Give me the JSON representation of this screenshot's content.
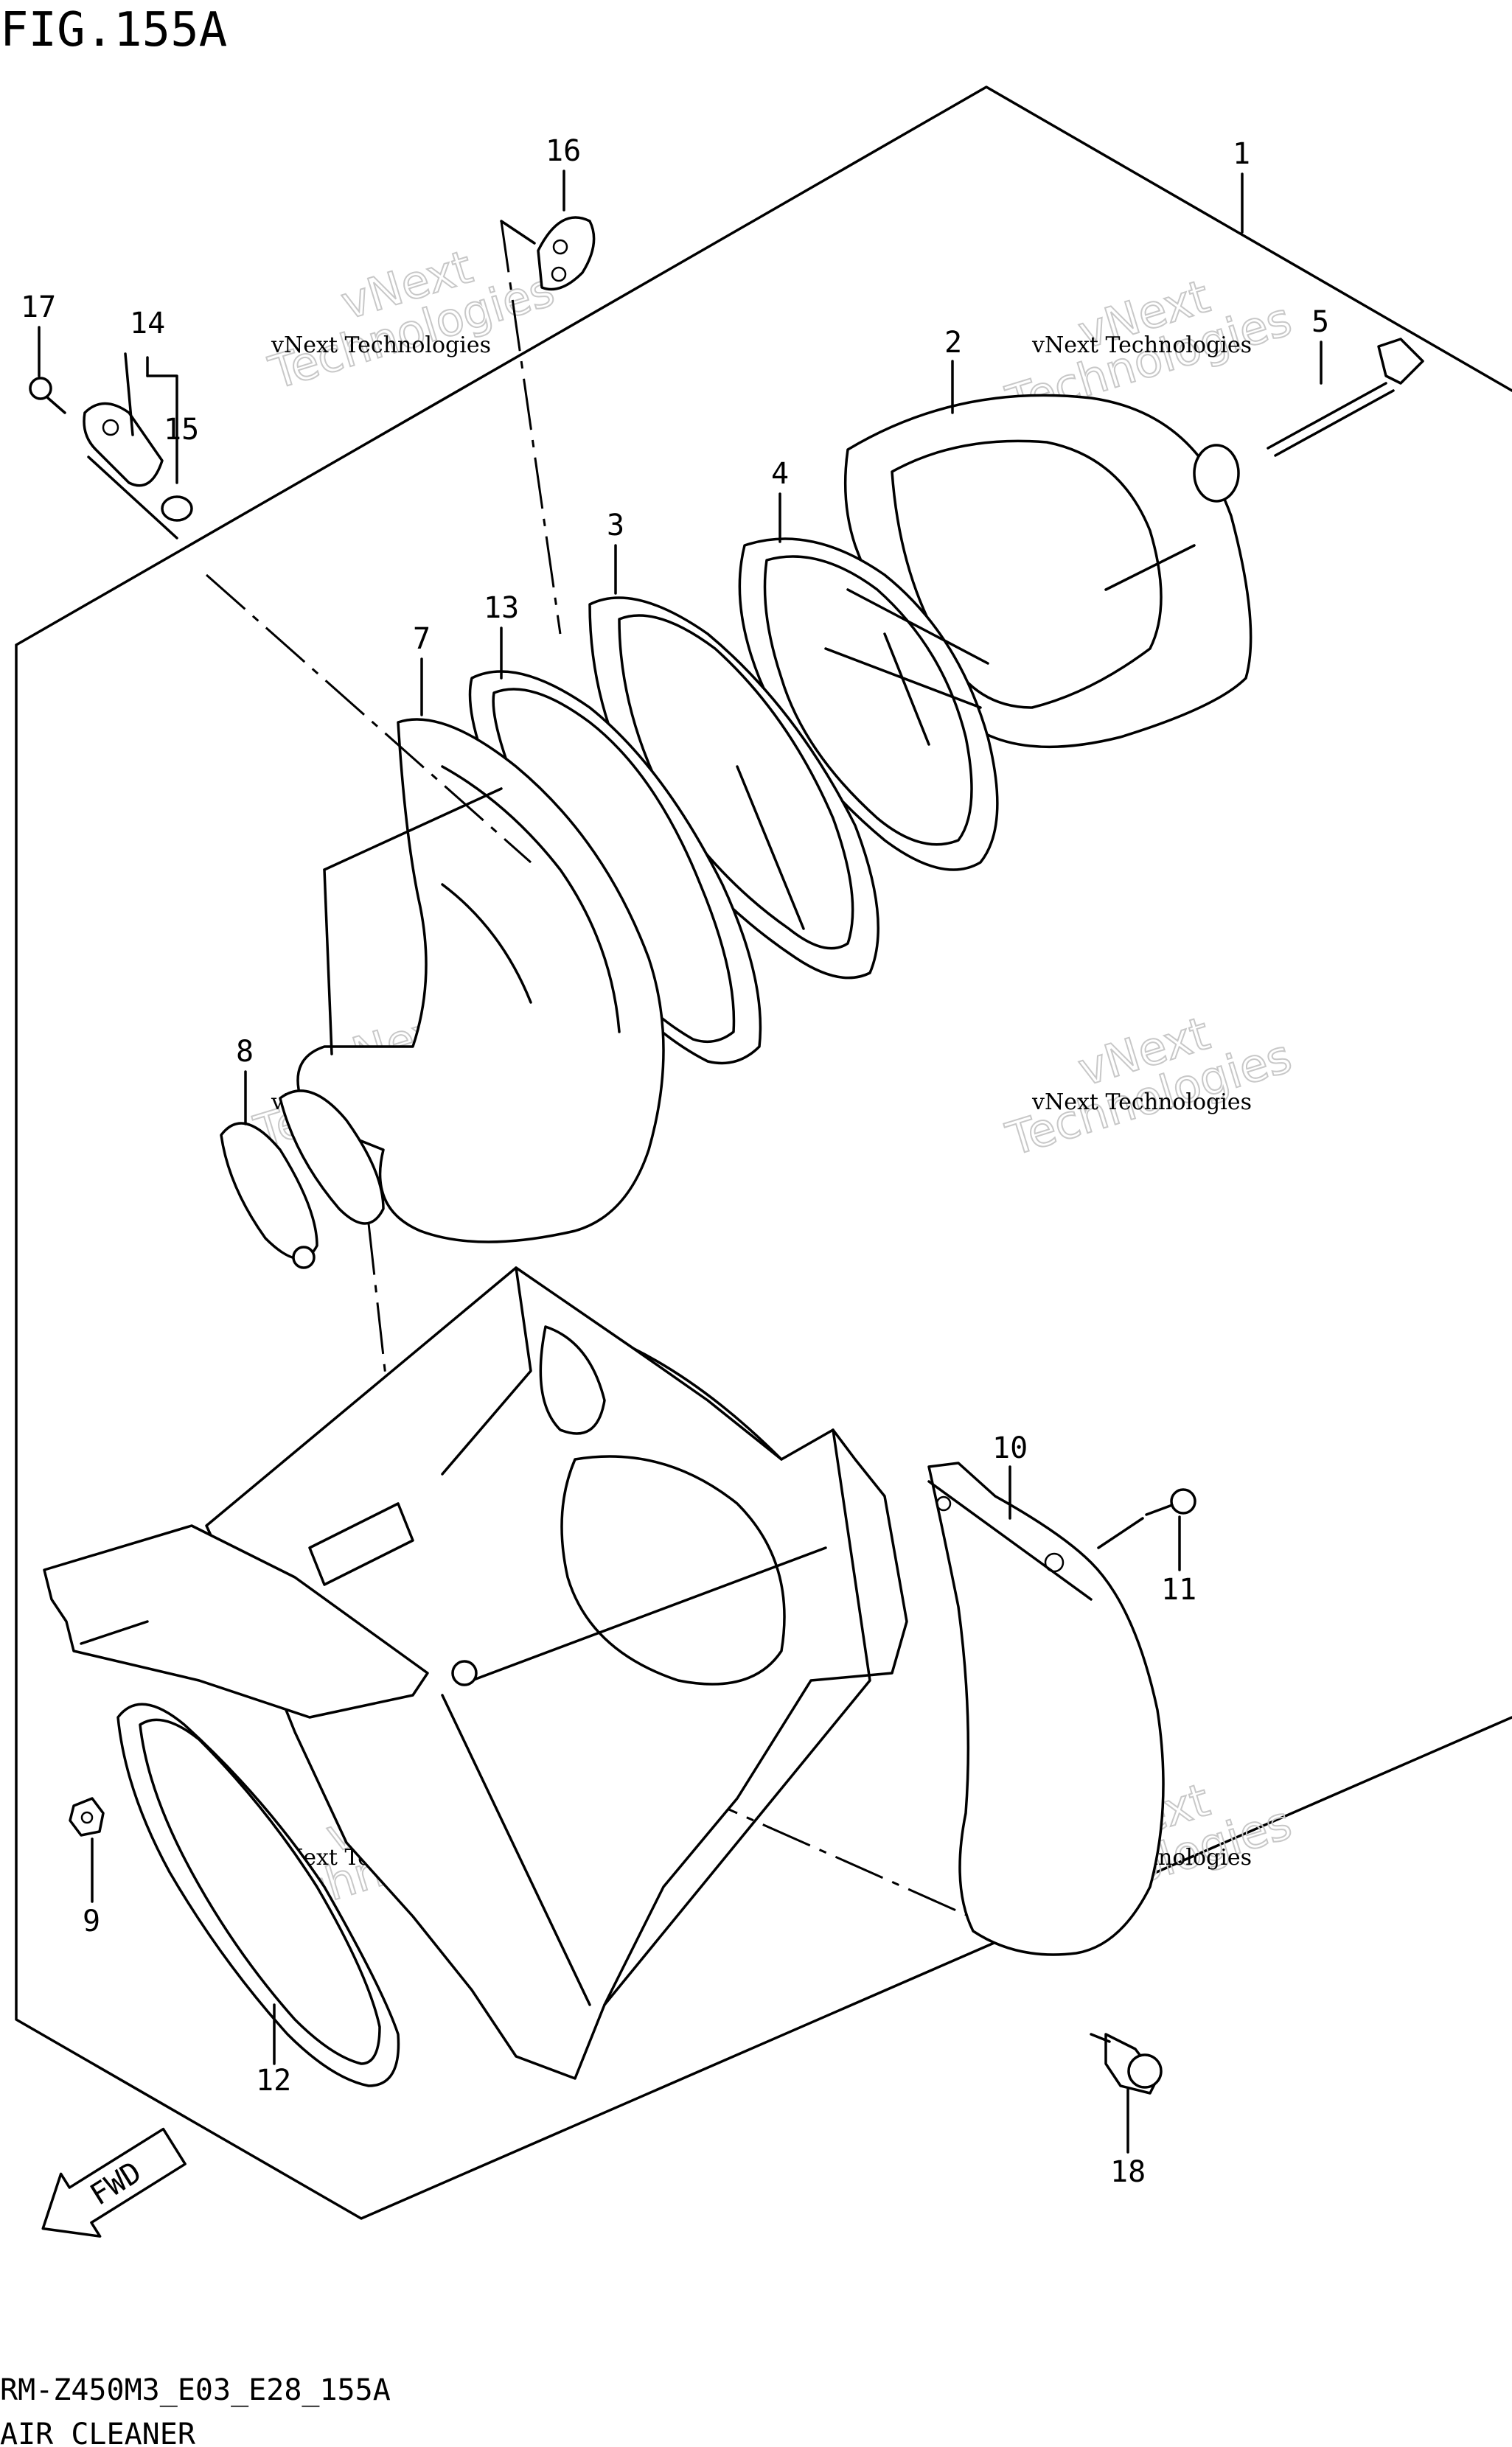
{
  "title": "FIG.155A",
  "footer": {
    "code": "RM-Z450M3_E03_E28_155A",
    "name": "AIR CLEANER"
  },
  "watermark": {
    "text": "vNext Technologies",
    "big_text": "Technologies",
    "small_text": "vNext"
  },
  "direction_label": "FWD",
  "callouts": [
    "1",
    "2",
    "3",
    "4",
    "5",
    "7",
    "8",
    "9",
    "10",
    "11",
    "12",
    "13",
    "14",
    "15",
    "16",
    "17",
    "18"
  ]
}
